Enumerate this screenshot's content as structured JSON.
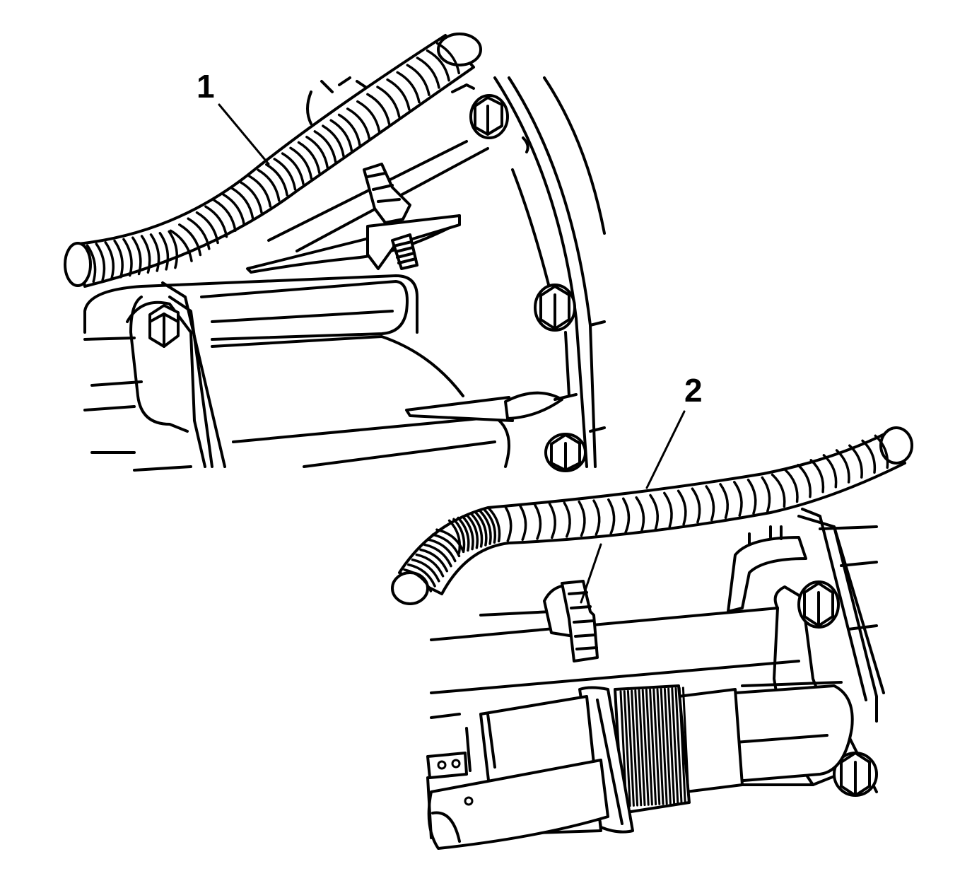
{
  "callouts": [
    {
      "label": "1",
      "target": "harness-conduit-installed"
    },
    {
      "label": "2",
      "target": "harness-conduit-clip"
    }
  ]
}
